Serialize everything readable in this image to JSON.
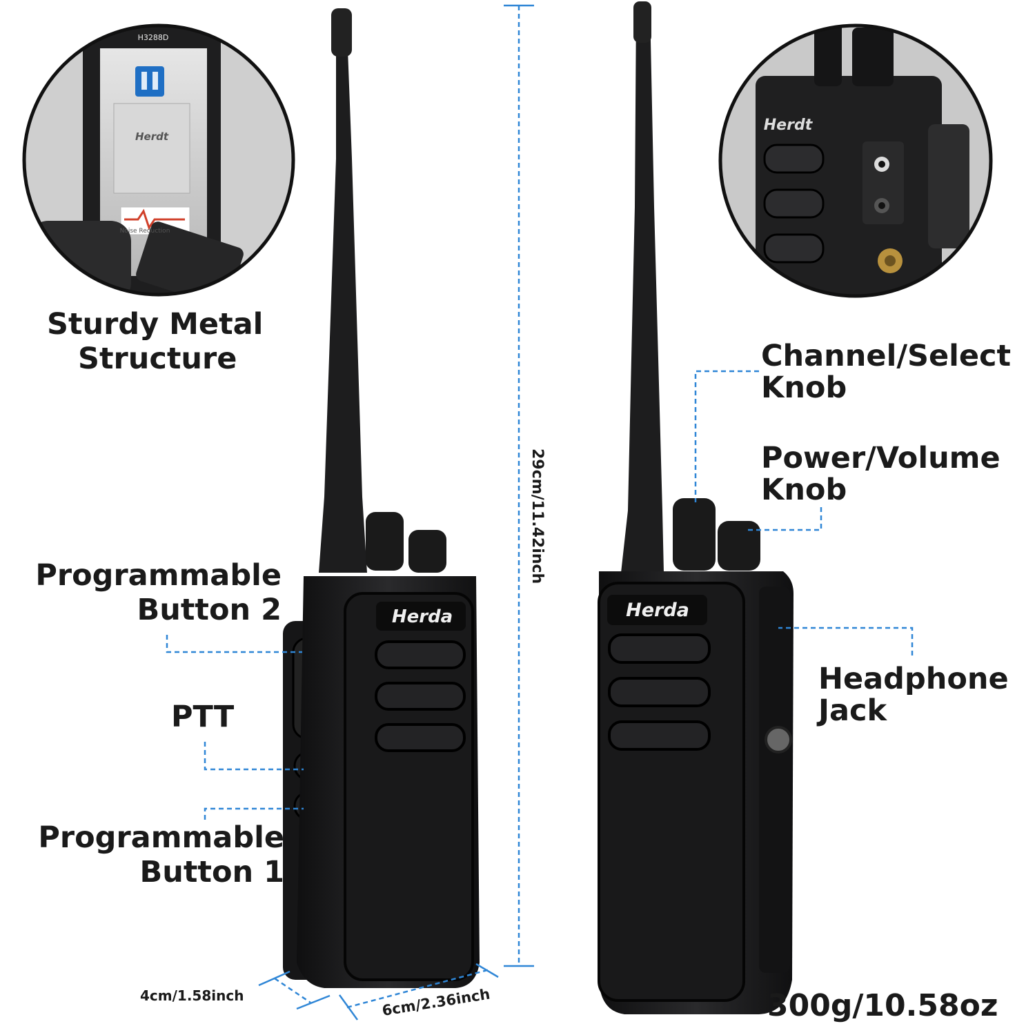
{
  "labels": {
    "sturdy_line1": "Sturdy Metal",
    "sturdy_line2": "Structure",
    "prog2_line1": "Programmable",
    "prog2_line2": "Button 2",
    "ptt": "PTT",
    "prog1_line1": "Programmable",
    "prog1_line2": "Button 1",
    "channel_line1": "Channel/Select",
    "channel_line2": "Knob",
    "power_line1": "Power/Volume",
    "power_line2": "Knob",
    "headphone_line1": "Headphone",
    "headphone_line2": "Jack",
    "weight": "300g/10.58oz"
  },
  "dimensions": {
    "height": "29cm/11.42inch",
    "depth": "4cm/1.58inch",
    "width": "6cm/2.36inch"
  },
  "branding": {
    "front_logo": "Herda",
    "inset_logo": "Herdt",
    "model": "H3288D",
    "noise_reduction": "Noise Reduction"
  },
  "colors": {
    "accent_blue": "#2f86d6",
    "radio_body": "#1b1b1d",
    "text": "#1a1a1a"
  }
}
